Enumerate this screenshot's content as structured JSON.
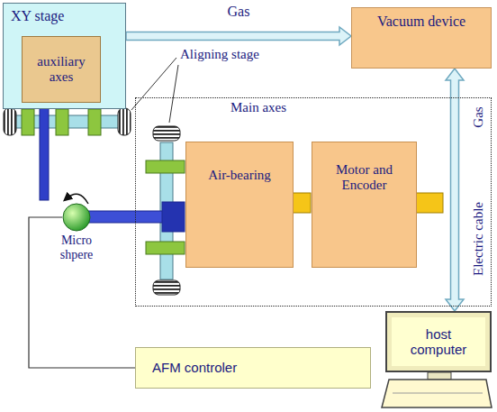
{
  "diagram": {
    "nodes": [
      {
        "text": [
          "XY stage"
        ]
      },
      {
        "text": [
          "auxiliary axes"
        ],
        "in": 0
      },
      {
        "text": [
          "Vacuum device"
        ]
      },
      {
        "text": [
          "Main axes"
        ]
      },
      {
        "text": [
          "Air-bearing"
        ],
        "in": 3
      },
      {
        "text": [
          "Motor and Encoder"
        ],
        "in": 3
      },
      {
        "text": [
          "Micro shpere"
        ]
      },
      {
        "text": [
          "host computer"
        ]
      },
      {
        "text": [
          "AFM controler"
        ]
      }
    ],
    "edges": [
      {
        "from": 0,
        "to": 2,
        "label": "Gas",
        "arrow": "to"
      },
      {
        "from": 2,
        "to": 7,
        "arrow": "both"
      },
      {
        "from": 8,
        "to": 6,
        "arrow": "none"
      }
    ],
    "labels": [
      "Aligning stage",
      "Gas",
      "Electric cable"
    ]
  }
}
